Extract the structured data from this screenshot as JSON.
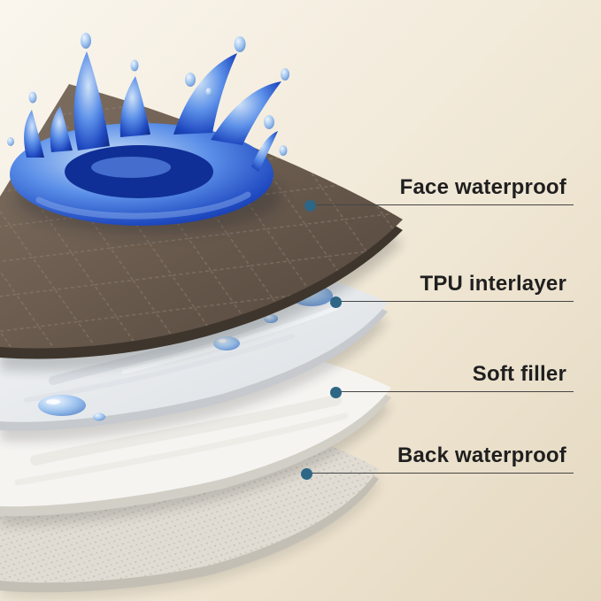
{
  "diagram": {
    "callouts": [
      {
        "label": "Face waterproof"
      },
      {
        "label": "TPU interlayer"
      },
      {
        "label": "Soft filler"
      },
      {
        "label": "Back waterproof"
      }
    ],
    "layers": [
      {
        "name": "Face waterproof",
        "color": "#695a4d"
      },
      {
        "name": "TPU interlayer",
        "color": "#e9ecef"
      },
      {
        "name": "Soft filler",
        "color": "#f5f4f1"
      },
      {
        "name": "Back waterproof",
        "color": "#e0dcd3"
      }
    ],
    "colors": {
      "background": "#f0e7d6",
      "callout_dot": "#2e6686",
      "callout_line": "#454545",
      "label_text": "#1f1f1f",
      "water_blue": "#1f49c0"
    }
  }
}
